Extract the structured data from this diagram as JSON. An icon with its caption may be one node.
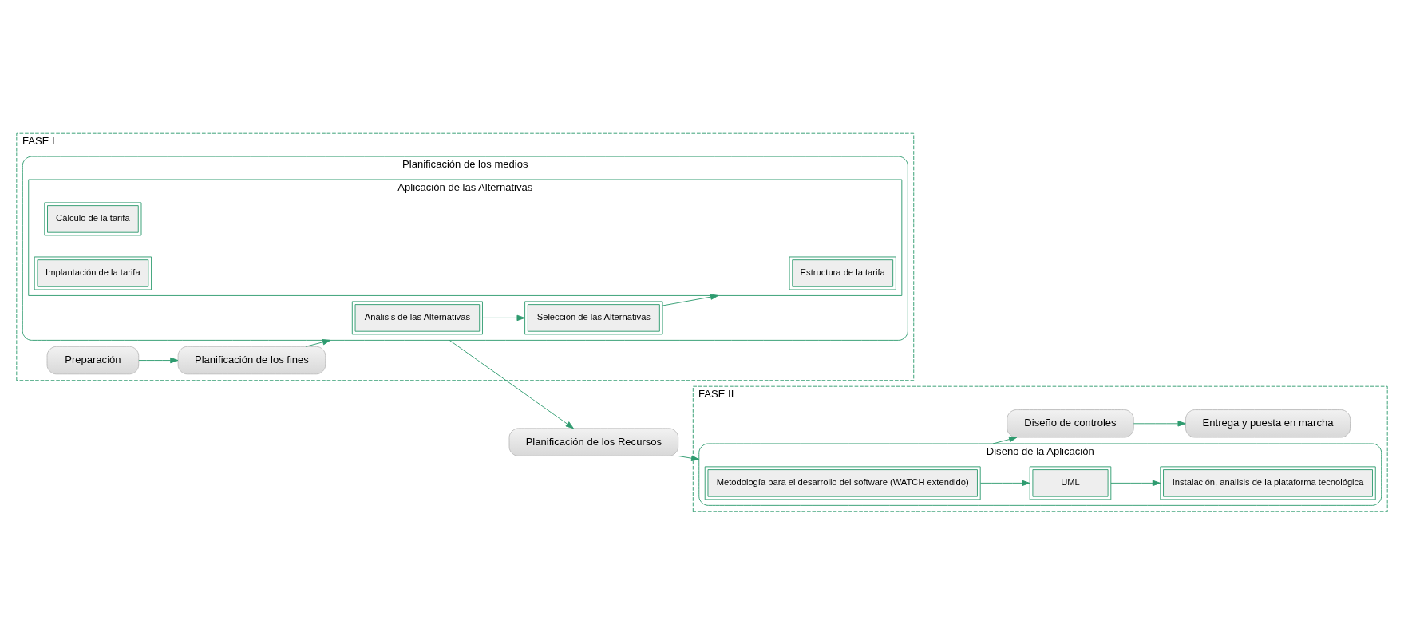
{
  "diagram": {
    "nodes": [
      {
        "text": [
          "FASE I"
        ]
      },
      {
        "text": [
          "Preparación"
        ],
        "in": 0
      },
      {
        "text": [
          "Planificación de los fines"
        ],
        "in": 0
      },
      {
        "text": [
          "Planificación de los medios"
        ],
        "in": 0
      },
      {
        "text": [
          "Análisis de las Alternativas"
        ],
        "in": 3
      },
      {
        "text": [
          "Selección de las Alternativas"
        ],
        "in": 3
      },
      {
        "text": [
          "Aplicación de las Alternativas"
        ],
        "in": 3
      },
      {
        "text": [
          "Estructura de la tarifa"
        ],
        "in": 6
      },
      {
        "text": [
          "Cálculo de la tarifa"
        ],
        "in": 6
      },
      {
        "text": [
          "Implantación de la tarifa"
        ],
        "in": 6
      },
      {
        "text": [
          "Planificación de los Recursos"
        ]
      },
      {
        "text": [
          "FASE II"
        ]
      },
      {
        "text": [
          "Diseño de la Aplicación"
        ],
        "in": 11
      },
      {
        "text": [
          "Metodología para el desarrollo del software (WATCH extendido)"
        ],
        "in": 12
      },
      {
        "text": [
          "UML"
        ],
        "in": 12
      },
      {
        "text": [
          "Instalación, analisis de la plataforma tecnológica"
        ],
        "in": 12
      },
      {
        "text": [
          "Diseño de controles"
        ],
        "in": 11
      },
      {
        "text": [
          "Entrega y puesta en marcha"
        ],
        "in": 11
      }
    ],
    "edges": [
      {
        "from": 1,
        "to": 2,
        "arrow": "to"
      },
      {
        "from": 2,
        "to": 3,
        "arrow": "to"
      },
      {
        "from": 4,
        "to": 5,
        "arrow": "to"
      },
      {
        "from": 5,
        "to": 6,
        "arrow": "to"
      },
      {
        "from": 3,
        "to": 10,
        "arrow": "to"
      },
      {
        "from": 10,
        "to": 12,
        "arrow": "to"
      },
      {
        "from": 13,
        "to": 14,
        "arrow": "to"
      },
      {
        "from": 14,
        "to": 15,
        "arrow": "to"
      },
      {
        "from": 12,
        "to": 16,
        "arrow": "to"
      },
      {
        "from": 16,
        "to": 17,
        "arrow": "to"
      }
    ]
  }
}
